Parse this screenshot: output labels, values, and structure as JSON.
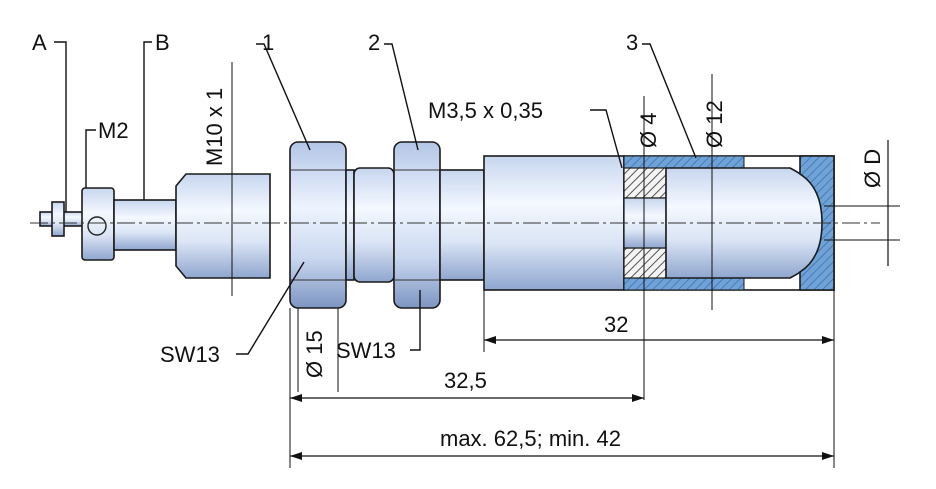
{
  "labels": {
    "a": "A",
    "b": "B",
    "m2": "M2",
    "m10": "M10 x 1",
    "part1": "1",
    "part2": "2",
    "part3": "3",
    "m35": "M3,5 x 0,35",
    "d4": "Ø 4",
    "d12": "Ø 12",
    "dd": "Ø D",
    "sw13_left": "SW13",
    "sw13_right": "SW13",
    "d15": "Ø 15",
    "dim32": "32",
    "dim325": "32,5",
    "dimmax": "max. 62,5; min. 42"
  },
  "colors": {
    "metal_light": "#e8f0fb",
    "metal_mid": "#b9cbe6",
    "metal_dark": "#7f97c4",
    "cap_blue": "#6fa3d8",
    "hatch": "#555555"
  }
}
